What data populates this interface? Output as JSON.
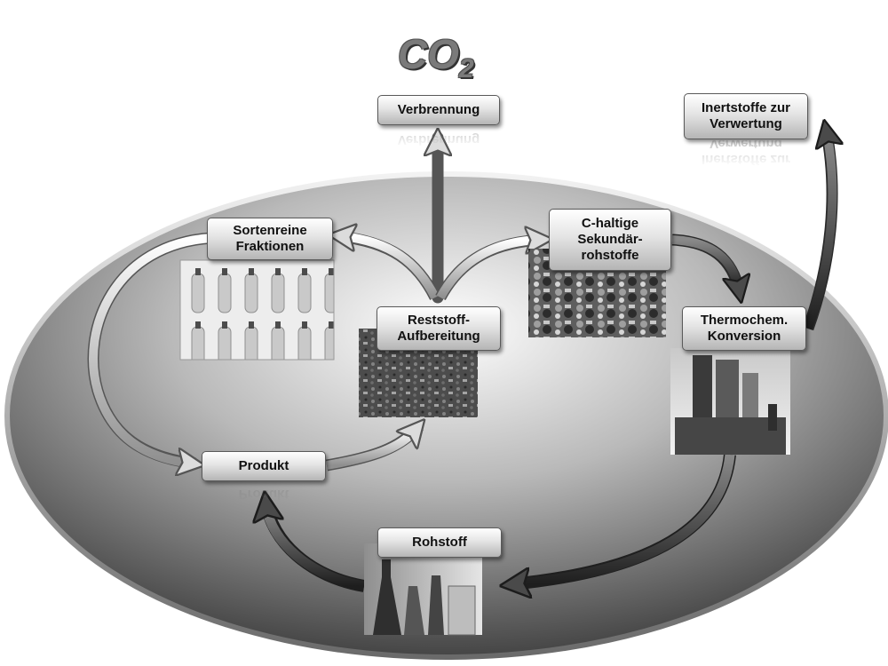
{
  "co2": {
    "main": "CO",
    "sub": "2"
  },
  "nodes": {
    "verbrennung": "Verbrennung",
    "inertstoffe": "Inertstoffe zur\nVerwertung",
    "sortenreine": "Sortenreine\nFraktionen",
    "chaltige": "C-haltige\nSekundär-\nrohstoffe",
    "reststoff": "Reststoff-\nAufbereitung",
    "thermochem": "Thermochem.\nKonversion",
    "produkt": "Produkt",
    "rohstoff": "Rohstoff"
  },
  "photos": {
    "bottles": "plastic-bottles-photo",
    "waste_mixed": "mixed-waste-photo",
    "waste_shredded": "shredded-material-photo",
    "plant": "industrial-plant-photo",
    "lab": "laboratory-glassware-photo"
  },
  "colors": {
    "ellipse_light": "#f4f4f4",
    "ellipse_dark": "#3a3a3a",
    "arrow_light": "#d9d9d9",
    "arrow_dark": "#3c3c3c"
  }
}
